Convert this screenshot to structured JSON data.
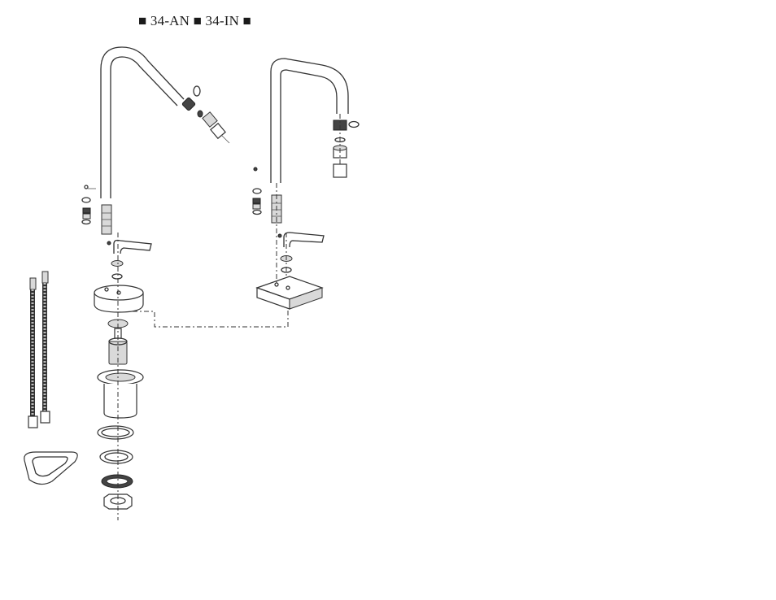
{
  "header": {
    "title": "■ 34-AN ■ 34-IN ■"
  },
  "diagram": {
    "type": "exploded-view",
    "variants": [
      "34-AN",
      "34-IN"
    ]
  }
}
